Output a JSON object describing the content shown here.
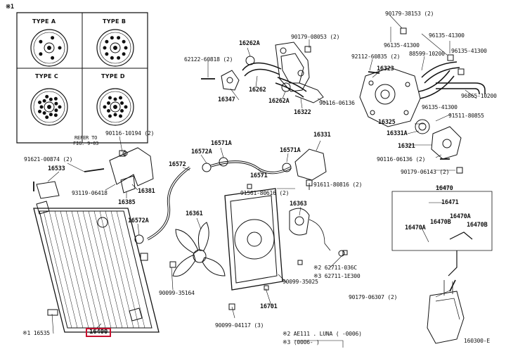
{
  "figure_ref": "※1",
  "type_panel": {
    "types": [
      {
        "id": "a",
        "label": "TYPE A"
      },
      {
        "id": "b",
        "label": "TYPE B"
      },
      {
        "id": "c",
        "label": "TYPE C"
      },
      {
        "id": "d",
        "label": "TYPE D"
      }
    ]
  },
  "labels": {
    "p_90179_38153": "90179-38153 (2)",
    "p_96135_41300_a": "96135-41300",
    "p_96135_41300_b": "96135-41300",
    "p_96135_41300_c": "96135-41300",
    "p_96135_41300_d": "96135-41300",
    "p_90179_08053": "90179-08053 (2)",
    "p_16262A_top": "16262A",
    "p_62122_60818": "62122-60818 (2)",
    "p_92112_60835": "92112-60835 (2)",
    "p_88599_10200": "88599-10200",
    "p_16323": "16323",
    "p_16262": "16262",
    "p_16347": "16347",
    "p_16262A_bot": "16262A",
    "p_16322": "16322",
    "p_90116_06136": "90116-06136",
    "p_96865_10200": "96865-10200",
    "p_91511_80855": "91511-80855",
    "p_16325": "16325",
    "p_16331A": "16331A",
    "p_16321": "16321",
    "p_16331": "16331",
    "refer_to": "REFER TO",
    "fig_ref": "FIG. 9-03",
    "p_90116_10194": "90116-10194 (2)",
    "p_91621_00874": "91621-00874 (2)",
    "p_16533": "16533",
    "p_93119_06418": "93119-06418",
    "p_16381": "16381",
    "p_16385": "16385",
    "p_16572": "16572",
    "p_16572A": "16572A",
    "p_16571A_a": "16571A",
    "p_16571A_b": "16571A",
    "p_16571": "16571",
    "p_91561_80616": "91561-80616 (2)",
    "p_91611_80816": "91611-80816 (2)",
    "p_90116_06136_b": "90116-06136 (2)",
    "p_90179_06143": "90179-06143 (2)",
    "p_16470": "16470",
    "p_16471": "16471",
    "p_16470A": "16470A",
    "p_16470A_2": "16470A",
    "p_16470B": "16470B",
    "p_16470B_2": "16470B",
    "p_16363": "16363",
    "p_16361": "16361",
    "p_16572A_b": "16572A",
    "p_16400": "16400",
    "p_16535": "※1 16535",
    "p_90099_35164": "90099-35164",
    "p_90099_35025": "90099-35025",
    "p_16701": "16701",
    "p_90099_04117": "90099-04117 (3)",
    "p_62711_036": "※2  62711-036C",
    "p_62711_1E": "※3  62711-1E300",
    "p_90179_06307": "90179-06307 (2)",
    "note_2": "※2  AE111 . LUNA (      -0006)",
    "note_3": "※3  (0006-        )",
    "diagram_id": "160300-E"
  }
}
